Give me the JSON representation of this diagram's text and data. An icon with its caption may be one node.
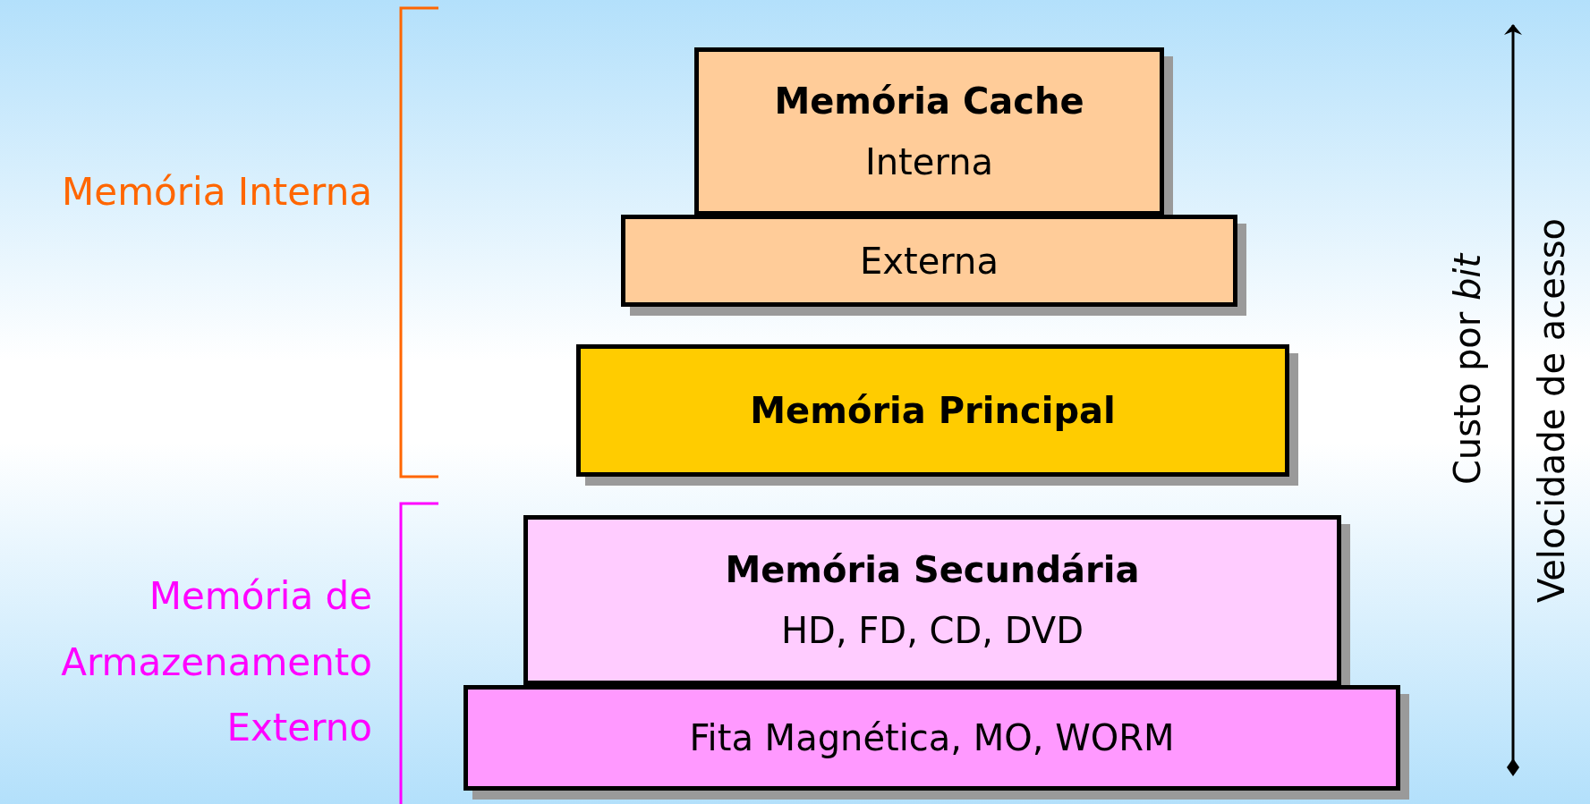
{
  "diagram": {
    "nodes": [
      {
        "text": [
          "Memória Cache",
          "Interna"
        ]
      },
      {
        "text": [
          "Externa"
        ]
      },
      {
        "text": [
          "Memória Principal"
        ]
      },
      {
        "text": [
          "Memória Secundária",
          "HD, FD, CD, DVD"
        ]
      },
      {
        "text": [
          "Fita Magnética, MO, WORM"
        ]
      }
    ],
    "edges": [],
    "labels": [
      "Memória Interna",
      "Memória de Armazenamento Externo",
      "Custo por *bit*",
      "Velocidade de acesso"
    ]
  }
}
